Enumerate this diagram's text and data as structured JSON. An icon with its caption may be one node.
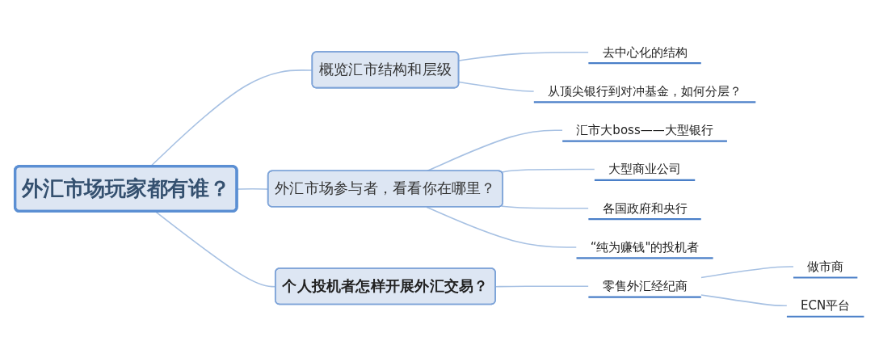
{
  "diagram": {
    "nodes": [
      {
        "text": [
          "外汇市场玩家都有谁？"
        ]
      },
      {
        "text": [
          "概览汇市结构和层级"
        ]
      },
      {
        "text": [
          "去中心化的结构"
        ]
      },
      {
        "text": [
          "从顶尖银行到对冲基金，如何分层？"
        ]
      },
      {
        "text": [
          "外汇市场参与者，看看你在哪里？"
        ]
      },
      {
        "text": [
          "汇市大boss——大型银行"
        ]
      },
      {
        "text": [
          "大型商业公司"
        ]
      },
      {
        "text": [
          "各国政府和央行"
        ]
      },
      {
        "text": [
          "“纯为赚钱\"的投机者"
        ]
      },
      {
        "text": [
          "个人投机者怎样开展外汇交易？"
        ]
      },
      {
        "text": [
          "零售外汇经纪商"
        ]
      },
      {
        "text": [
          "做市商"
        ]
      },
      {
        "text": [
          "ECN平台"
        ]
      }
    ],
    "edges": [
      {
        "from": 0,
        "to": 1,
        "arrow": "none"
      },
      {
        "from": 0,
        "to": 4,
        "arrow": "none"
      },
      {
        "from": 0,
        "to": 9,
        "arrow": "none"
      },
      {
        "from": 1,
        "to": 2,
        "arrow": "none"
      },
      {
        "from": 1,
        "to": 3,
        "arrow": "none"
      },
      {
        "from": 4,
        "to": 5,
        "arrow": "none"
      },
      {
        "from": 4,
        "to": 6,
        "arrow": "none"
      },
      {
        "from": 4,
        "to": 7,
        "arrow": "none"
      },
      {
        "from": 4,
        "to": 8,
        "arrow": "none"
      },
      {
        "from": 9,
        "to": 10,
        "arrow": "none"
      },
      {
        "from": 10,
        "to": 11,
        "arrow": "none"
      },
      {
        "from": 10,
        "to": 12,
        "arrow": "none"
      }
    ]
  }
}
